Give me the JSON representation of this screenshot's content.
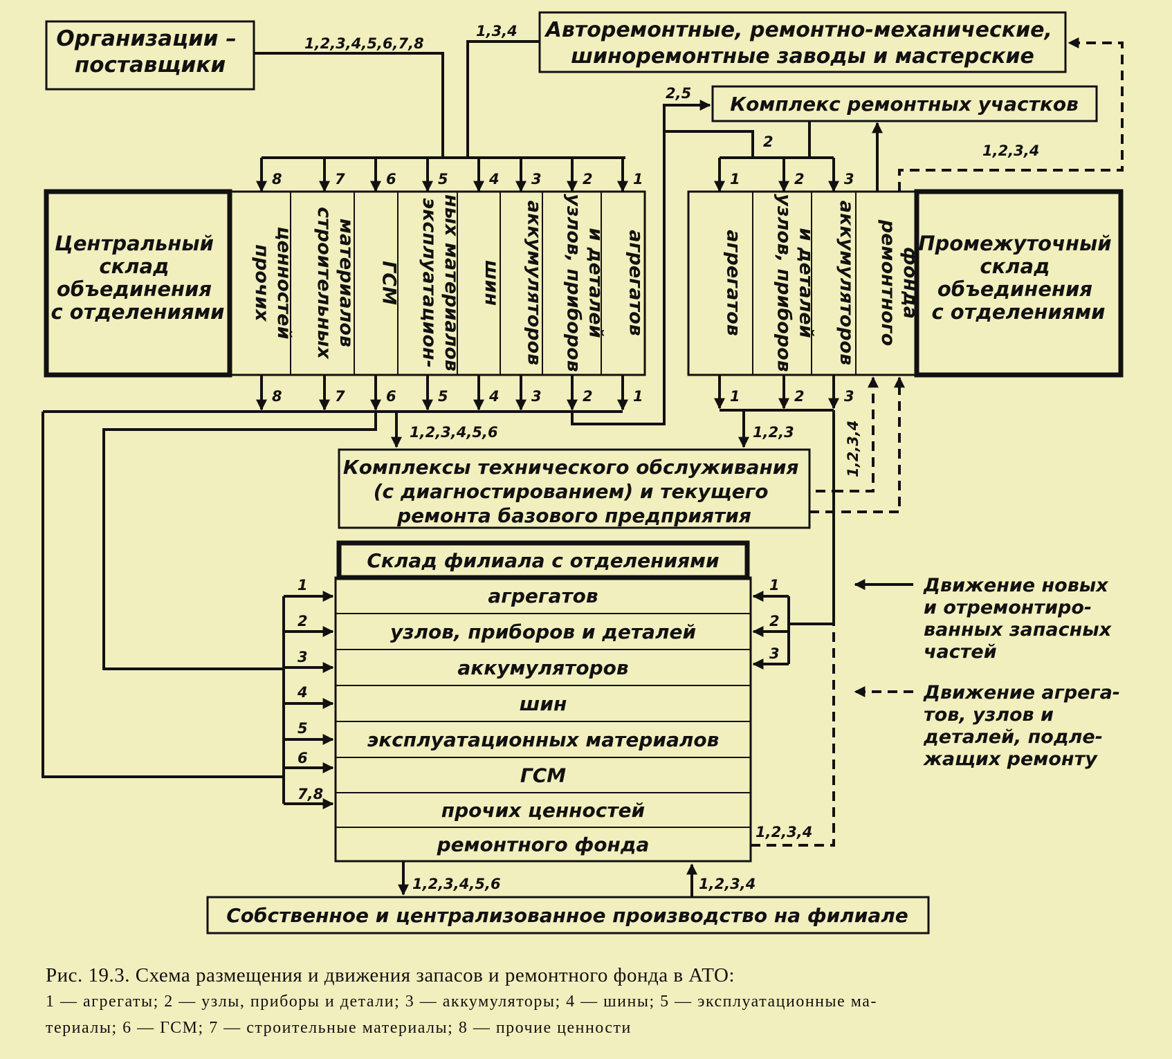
{
  "boxes": {
    "suppliers": [
      "Организации –",
      "поставщики"
    ],
    "repair_plants": [
      "Авторемонтные, ремонтно-механические,",
      "шиноремонтные заводы и мастерские"
    ],
    "repair_sections": "Комплекс ремонтных участков",
    "central_store": [
      "Центральный",
      "склад",
      "объединения",
      "с отделениями"
    ],
    "intermediate_store": [
      "Промежуточный",
      "склад",
      "объединения",
      "с отделениями"
    ],
    "maintenance": [
      "Комплексы технического обслуживания",
      "(с диагностированием) и текущего",
      "ремонта базового предприятия"
    ],
    "branch_store_title": "Склад филиала с отделениями",
    "production": "Собственное и централизованное производство на филиале"
  },
  "central_columns": [
    [
      "прочих",
      "ценностей"
    ],
    [
      "строительных",
      "материалов"
    ],
    [
      "ГСМ"
    ],
    [
      "эксплуатацион-",
      "ных материалов"
    ],
    [
      "шин"
    ],
    [
      "аккумуляторов"
    ],
    [
      "узлов, приборов",
      "и деталей"
    ],
    [
      "агрегатов"
    ]
  ],
  "central_column_nums": [
    "8",
    "7",
    "6",
    "5",
    "4",
    "3",
    "2",
    "1"
  ],
  "intermediate_columns": [
    [
      "агрегатов"
    ],
    [
      "узлов, приборов",
      "и деталей"
    ],
    [
      "аккумуляторов"
    ],
    [
      "ремонтного",
      "фонда"
    ]
  ],
  "intermediate_top_nums": [
    "1",
    "2",
    "3"
  ],
  "intermediate_bottom_nums": [
    "1",
    "2",
    "3"
  ],
  "branch_rows": [
    "агрегатов",
    "узлов, приборов и деталей",
    "аккумуляторов",
    "шин",
    "эксплуатационных материалов",
    "ГСМ",
    "прочих ценностей",
    "ремонтного фонда"
  ],
  "branch_left_nums": [
    "1",
    "2",
    "3",
    "4",
    "5",
    "6",
    "7,8"
  ],
  "branch_right_nums": [
    "1",
    "2",
    "3"
  ],
  "flow_labels": {
    "suppliers_out": "1,2,3,4,5,6,7,8",
    "plants_out": "1,3,4",
    "to_repair": "2,5",
    "repair_in_2": "2",
    "dashed_from_intermediate": "1,2,3,4",
    "to_maintenance": "1,2,3,4,5,6",
    "intermediate_to_maintenance": "1,2,3",
    "dashed_vertical": "1,2,3,4",
    "branch_repair_fund": "1,2,3,4",
    "to_production": "1,2,3,4,5,6",
    "from_production": "1,2,3,4"
  },
  "legend": {
    "solid": [
      "Движение новых",
      "и отремонтиро-",
      "ванных запасных",
      "частей"
    ],
    "dashed": [
      "Движение агрега-",
      "тов, узлов и",
      "деталей, подле-",
      "жащих ремонту"
    ]
  },
  "caption": {
    "title": "Рис. 19.3. Схема размещения и движения запасов и ремонтного фонда в АТО:",
    "legend_line1": "1 — агрегаты; 2 — узлы, приборы и детали; 3 — аккумуляторы; 4 — шины; 5 — эксплуатационные ма-",
    "legend_line2": "териалы; 6 — ГСМ; 7 — строительные материалы; 8 — прочие ценности"
  }
}
